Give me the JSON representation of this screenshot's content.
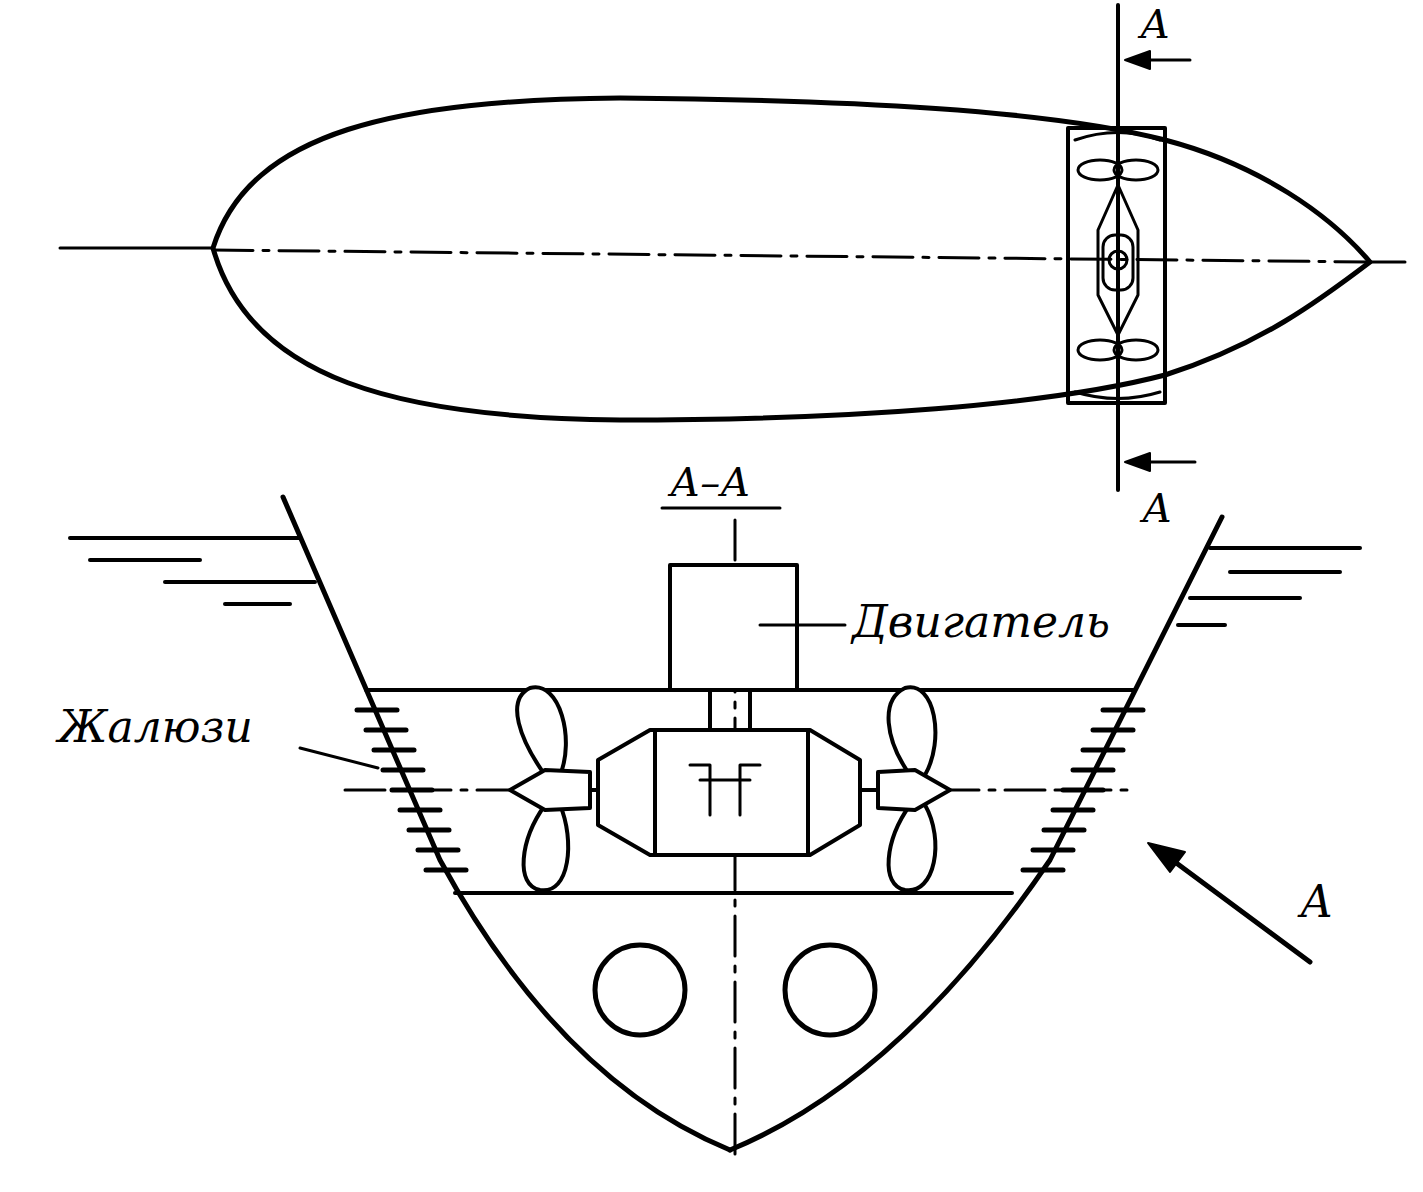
{
  "diagram": {
    "labels": [
      "А",
      "А",
      "А–А",
      "Двигатель",
      "Жалюзи",
      "А"
    ]
  }
}
